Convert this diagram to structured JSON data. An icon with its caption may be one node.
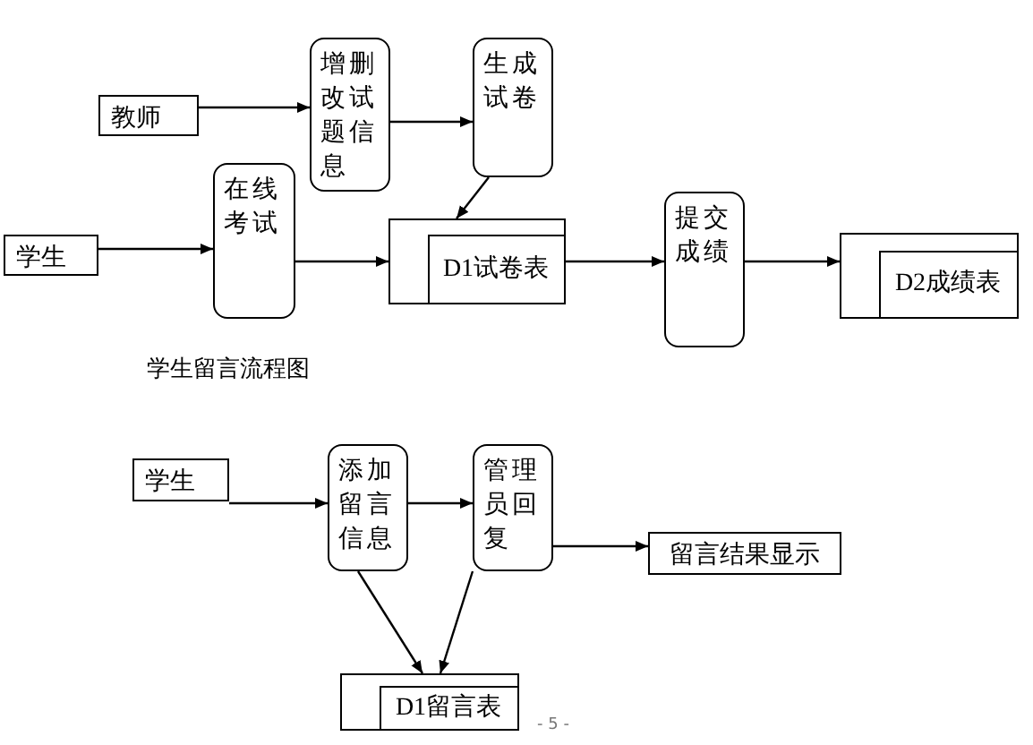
{
  "diagram": {
    "nodes": [
      {
        "text": [
          "教师"
        ]
      },
      {
        "text": [
          "增删改试题信息"
        ]
      },
      {
        "text": [
          "生成试卷"
        ]
      },
      {
        "text": [
          "在线考试"
        ]
      },
      {
        "text": [
          "学生"
        ]
      },
      {
        "text": [
          "D1试卷表"
        ]
      },
      {
        "text": [
          "提交成绩"
        ]
      },
      {
        "text": [
          "D2成绩表"
        ]
      },
      {
        "text": [
          "学生"
        ]
      },
      {
        "text": [
          "添加留言信息"
        ]
      },
      {
        "text": [
          "管理员回复"
        ]
      },
      {
        "text": [
          "留言结果显示"
        ]
      },
      {
        "text": [
          "D1留言表"
        ]
      }
    ],
    "edges": [
      {
        "from": 0,
        "to": 1,
        "arrow": "to"
      },
      {
        "from": 1,
        "to": 2,
        "arrow": "to"
      },
      {
        "from": 2,
        "to": 5,
        "arrow": "to"
      },
      {
        "from": 4,
        "to": 3,
        "arrow": "to"
      },
      {
        "from": 3,
        "to": 5,
        "arrow": "to"
      },
      {
        "from": 5,
        "to": 6,
        "arrow": "to"
      },
      {
        "from": 6,
        "to": 7,
        "arrow": "to"
      },
      {
        "from": 8,
        "to": 9,
        "arrow": "to"
      },
      {
        "from": 9,
        "to": 10,
        "arrow": "to"
      },
      {
        "from": 10,
        "to": 11,
        "arrow": "to"
      },
      {
        "from": 9,
        "to": 12,
        "arrow": "to"
      },
      {
        "from": 10,
        "to": 12,
        "arrow": "to"
      }
    ],
    "labels": [
      "学生留言流程图",
      "- 5 -"
    ]
  }
}
